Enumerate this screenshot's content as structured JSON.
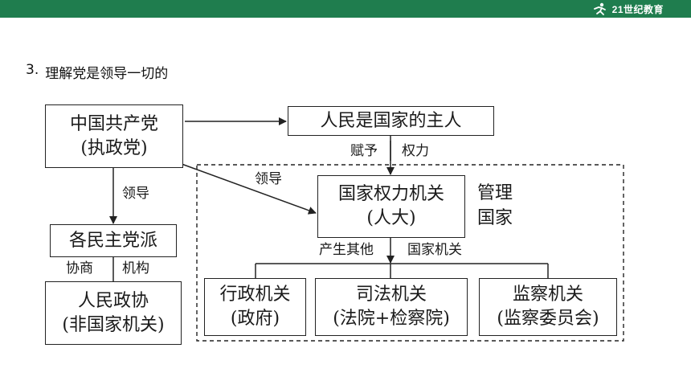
{
  "header": {
    "brand_text": "21世纪教育",
    "brand_color": "#1f7d4e",
    "brand_icon": "runner-logo-icon"
  },
  "heading": {
    "number": "3.",
    "text": "理解党是领导一切的"
  },
  "diagram": {
    "nodes": {
      "party": {
        "line1": "中国共产党",
        "line2": "(执政党)"
      },
      "people_master": {
        "line1": "人民是国家的主人"
      },
      "state_power": {
        "line1": "国家权力机关",
        "line2": "(人大)"
      },
      "democratic_parties": {
        "line1": "各民主党派"
      },
      "cppcc": {
        "line1": "人民政协",
        "line2": "(非国家机关)"
      },
      "administrative": {
        "line1": "行政机关",
        "line2": "(政府)"
      },
      "judicial": {
        "line1": "司法机关",
        "line2": "(法院+检察院)"
      },
      "supervisory": {
        "line1": "监察机关",
        "line2": "(监察委员会)"
      }
    },
    "labels": {
      "grant": "赋予",
      "power": "权力",
      "lead_diagonal": "领导",
      "lead_vertical": "领导",
      "manage_line1": "管理",
      "manage_line2": "国家",
      "produce_others": "产生其他",
      "state_organs": "国家机关",
      "consult": "协商",
      "institution": "机构"
    }
  }
}
